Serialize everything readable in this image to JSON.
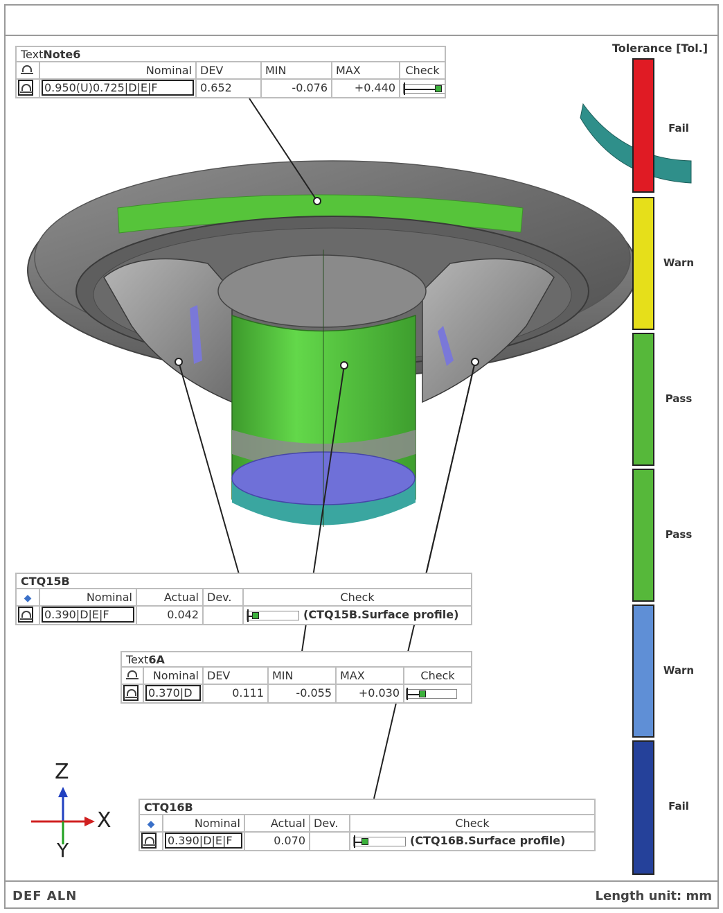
{
  "footer": {
    "alignment": "DEF ALN",
    "length_unit": "Length unit: mm"
  },
  "legend": {
    "title": "Tolerance [Tol.]",
    "segments": [
      {
        "label": "Fail",
        "color": "#e01b24"
      },
      {
        "label": "Warn",
        "color": "#e6df1a"
      },
      {
        "label": "Pass",
        "color": "#56b83a"
      },
      {
        "label": "Pass",
        "color": "#56b83a"
      },
      {
        "label": "Warn",
        "color": "#5f8fd6"
      },
      {
        "label": "Fail",
        "color": "#25419a"
      }
    ]
  },
  "notes": {
    "textnote6": {
      "title_a": "Text",
      "title_b": "Note6",
      "headers": {
        "nominal": "Nominal",
        "dev": "DEV",
        "min": "MIN",
        "max": "MAX",
        "check": "Check"
      },
      "nominal": "0.950(U)0.725|D|E|F",
      "dev": "0.652",
      "min": "-0.076",
      "max": "+0.440",
      "check_fraction": 0.72
    },
    "ctq15b": {
      "title": "CTQ15B",
      "headers": {
        "nominal": "Nominal",
        "actual": "Actual",
        "dev": "Dev.",
        "check": "Check"
      },
      "nominal": "0.390|D|E|F",
      "actual": "0.042",
      "dev": "",
      "check_fraction": 0.12,
      "check_label": "(CTQ15B.Surface profile)"
    },
    "text6a": {
      "title_a": "Text",
      "title_b": "6A",
      "headers": {
        "nominal": "Nominal",
        "dev": "DEV",
        "min": "MIN",
        "max": "MAX",
        "check": "Check"
      },
      "nominal": "0.370|D",
      "dev": "0.111",
      "min": "-0.055",
      "max": "+0.030",
      "check_fraction": 0.3
    },
    "ctq16b": {
      "title": "CTQ16B",
      "headers": {
        "nominal": "Nominal",
        "actual": "Actual",
        "dev": "Dev.",
        "check": "Check"
      },
      "nominal": "0.390|D|E|F",
      "actual": "0.070",
      "dev": "",
      "check_fraction": 0.18,
      "check_label": "(CTQ16B.Surface profile)"
    }
  },
  "axes": {
    "z": "Z",
    "x": "X",
    "y": "Y"
  },
  "colors": {
    "part_gray": "#7d7d7d",
    "pass_green": "#56c43a",
    "deviation_blue": "#6f70d8",
    "deviation_teal": "#3aa6a0",
    "z_axis": "#2140c0",
    "x_axis": "#d02020",
    "y_axis": "#20a020"
  }
}
